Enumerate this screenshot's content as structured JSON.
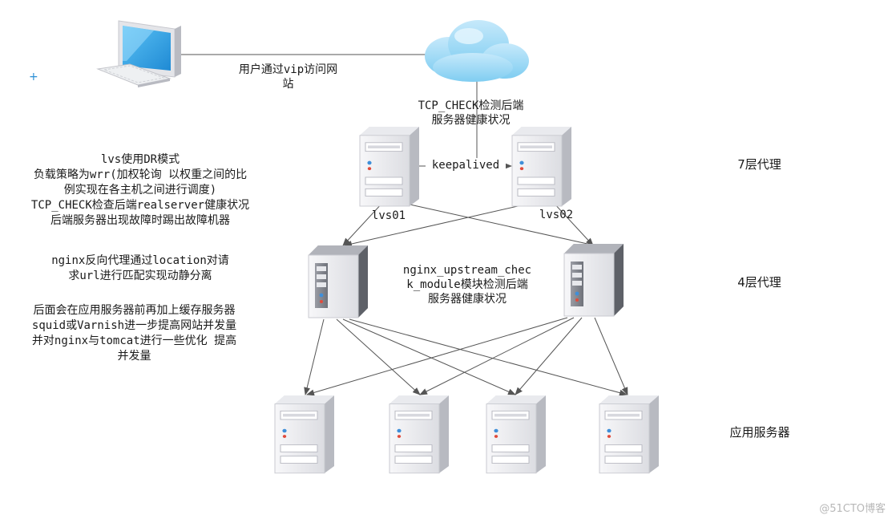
{
  "labels": {
    "user_access": "用户通过vip访问网\n站",
    "tcp_check": "TCP_CHECK检测后端\n服务器健康状况",
    "keepalived": "keepalived",
    "lvs01": "lvs01",
    "lvs02": "lvs02",
    "nginx_check": "nginx_upstream_chec\nk_module模块检测后端\n服务器健康状况"
  },
  "tiers": {
    "layer7": "7层代理",
    "layer4": "4层代理",
    "app": "应用服务器"
  },
  "notes": {
    "lvs": "lvs使用DR模式\n负载策略为wrr(加权轮询 以权重之间的比\n例实现在各主机之间进行调度)\nTCP_CHECK检查后端realserver健康状况\n后端服务器出现故障时踢出故障机器",
    "nginx": "nginx反向代理通过location对请\n求url进行匹配实现动静分离",
    "cache": "后面会在应用服务器前再加上缓存服务器\nsquid或Varnish进一步提高网站并发量\n并对nginx与tomcat进行一些优化 提高\n并发量"
  },
  "misc": {
    "plus": "+",
    "watermark": "@51CTO博客"
  },
  "icons": [
    "computer-icon",
    "cloud-icon",
    "server-icon"
  ]
}
